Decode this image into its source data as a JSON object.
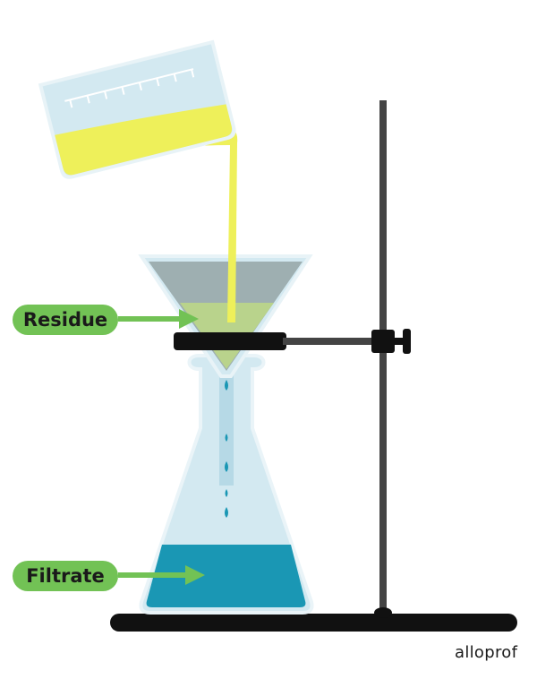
{
  "labels": {
    "residue": "Residue",
    "filtrate": "Filtrate"
  },
  "brand": "alloprof",
  "colors": {
    "label_bg": "#72c255",
    "arrow": "#72c255",
    "glass": "#d3e9f1",
    "glass_outline": "#e9f4f8",
    "yellow_liquid": "#eef05a",
    "filter_paper": "#9eafb1",
    "filtrate_liquid": "#1a97b4",
    "drop": "#1a97b4",
    "clamp": "#111111",
    "rod": "#444444",
    "base": "#111111"
  }
}
